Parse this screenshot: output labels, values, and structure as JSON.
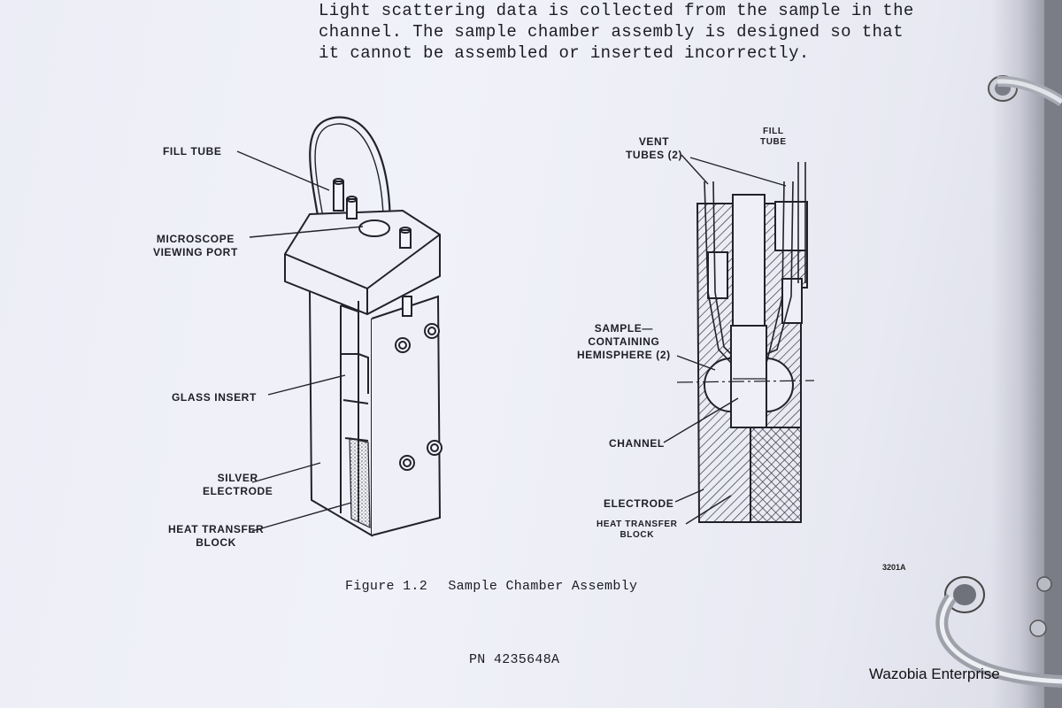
{
  "intro_lines": [
    "Light scattering data is collected from the sample in the",
    "channel. The sample chamber assembly is designed so that",
    "it cannot be assembled or inserted incorrectly."
  ],
  "left_labels": {
    "fill_tube": "FILL TUBE",
    "microscope": [
      "MICROSCOPE",
      "VIEWING PORT"
    ],
    "glass_insert": "GLASS INSERT",
    "silver_electrode": [
      "SILVER",
      "ELECTRODE"
    ],
    "heat_transfer": [
      "HEAT TRANSFER",
      "BLOCK"
    ]
  },
  "right_labels": {
    "vent_tubes": [
      "VENT",
      "TUBES (2)"
    ],
    "fill_tube": [
      "FILL",
      "TUBE"
    ],
    "sample_hemisphere": [
      "SAMPLE—",
      "CONTAINING",
      "HEMISPHERE (2)"
    ],
    "channel": "CHANNEL",
    "electrode": "ELECTRODE",
    "heat_transfer": [
      "HEAT TRANSFER",
      "BLOCK"
    ]
  },
  "figure_number": "3201A",
  "caption": {
    "figure": "Figure 1.2",
    "title": "Sample Chamber Assembly"
  },
  "part_number": "PN 4235648A",
  "watermark": "Wazobia Enterprise"
}
